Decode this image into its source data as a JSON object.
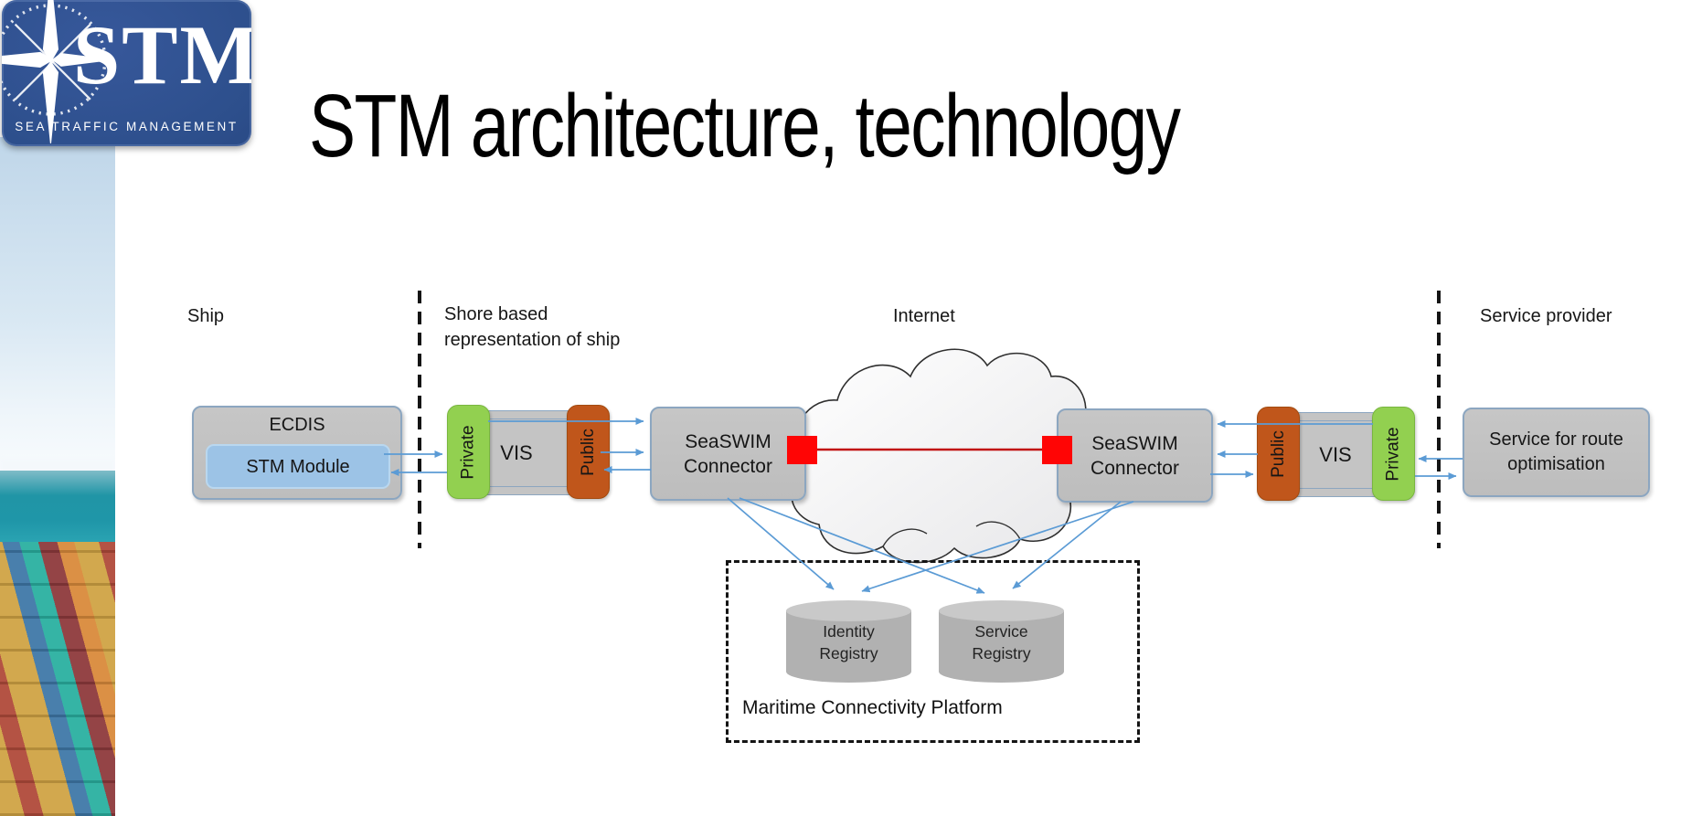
{
  "slide": {
    "title": "STM architecture, technology"
  },
  "logo": {
    "acronym": "STM",
    "tagline": "SEA TRAFFIC MANAGEMENT"
  },
  "colors": {
    "arrow_blue": "#5b9bd5",
    "border_blue": "#8ca6c0",
    "private_green": "#92d050",
    "public_orange": "#c0561b",
    "link_red": "#ff0505",
    "link_red_line": "#c11111",
    "box_gray": "#c0c0c0",
    "module_blue": "#9cc3e6",
    "logo_blue": "#2d4f8c"
  },
  "diagram": {
    "zone_labels": {
      "ship": "Ship",
      "shore_line1": "Shore based",
      "shore_line2": "representation of ship",
      "internet": "Internet",
      "service_provider": "Service provider"
    },
    "ship_side": {
      "ecdis": "ECDIS",
      "stm_module": "STM Module",
      "private": "Private",
      "vis": "VIS",
      "public": "Public",
      "seaswim_line1": "SeaSWIM",
      "seaswim_line2": "Connector"
    },
    "provider_side": {
      "public": "Public",
      "vis": "VIS",
      "private": "Private",
      "seaswim_line1": "SeaSWIM",
      "seaswim_line2": "Connector",
      "service_line1": "Service for route",
      "service_line2": "optimisation"
    },
    "mcp": {
      "label": "Maritime Connectivity Platform",
      "identity_registry_line1": "Identity",
      "identity_registry_line2": "Registry",
      "service_registry_line1": "Service",
      "service_registry_line2": "Registry"
    }
  }
}
